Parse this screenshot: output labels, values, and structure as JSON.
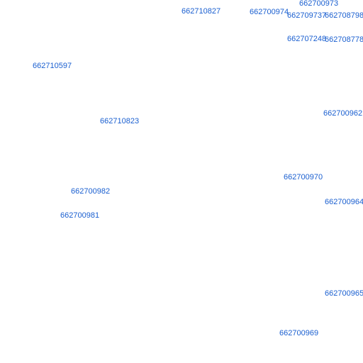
{
  "map": {
    "label_color": "#1a5fd0",
    "background": "#ffffff",
    "labels": [
      "662710827",
      "662700974",
      "662700973",
      "662709737",
      "662708798",
      "662707248",
      "662708778",
      "662710597",
      "662700962",
      "662710823",
      "662700970",
      "662700982",
      "662700964",
      "662700981",
      "662700965",
      "662700969"
    ]
  }
}
